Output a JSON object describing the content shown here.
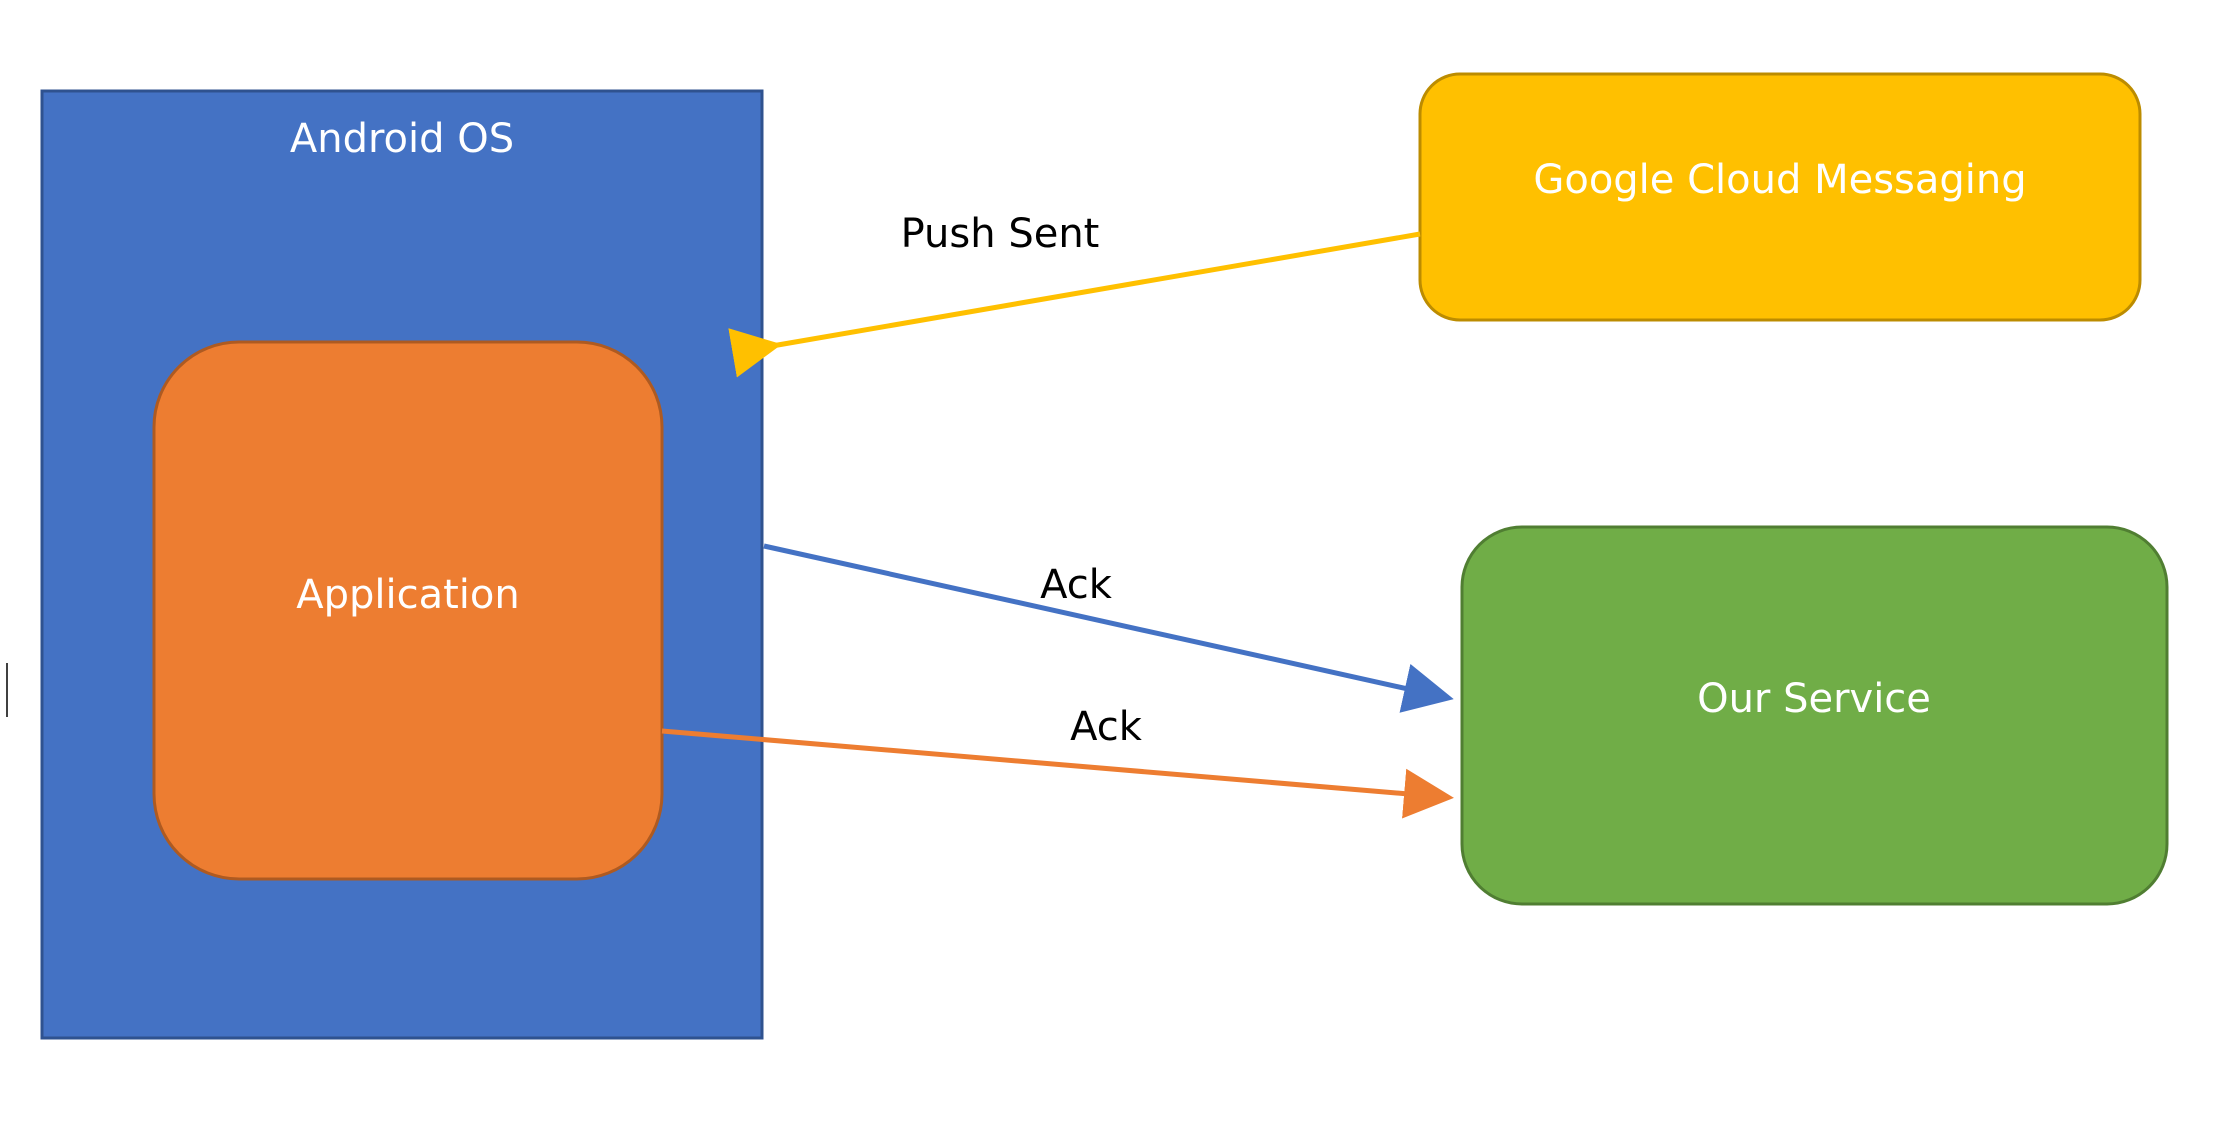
{
  "colors": {
    "android_fill": "#4472C4",
    "android_stroke": "#2F528F",
    "app_fill": "#ED7D31",
    "app_stroke": "#AE5A21",
    "gcm_fill": "#FFC000",
    "gcm_stroke": "#BC8C00",
    "service_fill": "#70AD47",
    "service_stroke": "#507E32",
    "push_arrow": "#FFC000",
    "ack_os_arrow": "#4472C4",
    "ack_app_arrow": "#ED7D31"
  },
  "nodes": {
    "android_os": {
      "label": "Android OS"
    },
    "application": {
      "label": "Application"
    },
    "gcm": {
      "label": "Google Cloud Messaging"
    },
    "our_service": {
      "label": "Our Service"
    }
  },
  "edges": {
    "push": {
      "label": "Push Sent",
      "from": "Google Cloud Messaging",
      "to": "Android OS"
    },
    "ack_os": {
      "label": "Ack",
      "from": "Android OS",
      "to": "Our Service"
    },
    "ack_app": {
      "label": "Ack",
      "from": "Application",
      "to": "Our Service"
    }
  }
}
